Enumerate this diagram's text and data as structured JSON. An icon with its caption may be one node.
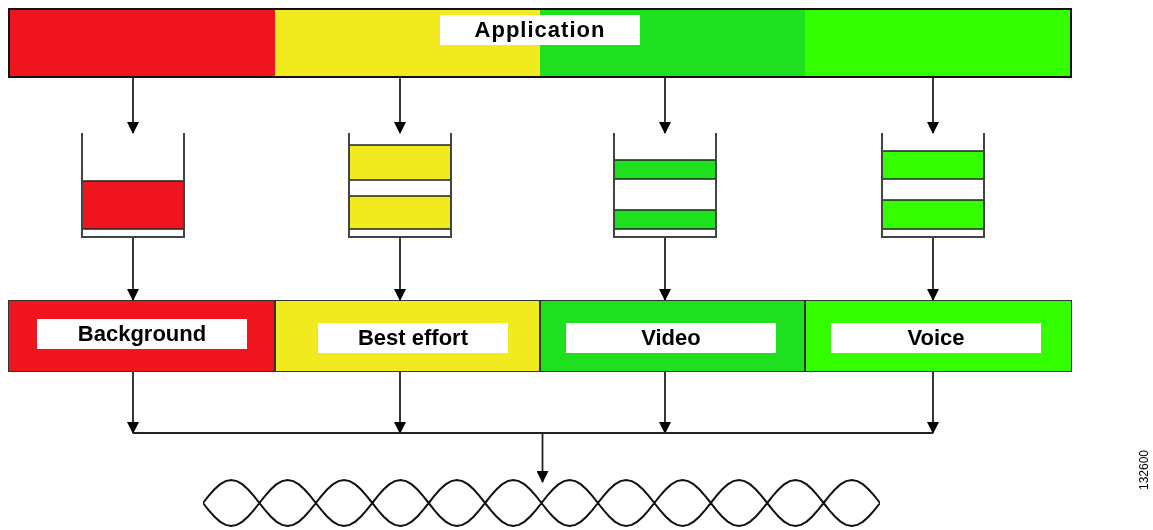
{
  "diagram": {
    "nodes": [
      {
        "text": [
          "Application"
        ]
      },
      {
        "text": [],
        "shape": "box"
      },
      {
        "text": [],
        "shape": "box"
      },
      {
        "text": [],
        "shape": "box"
      },
      {
        "text": [],
        "shape": "box"
      },
      {
        "text": [
          "Background"
        ]
      },
      {
        "text": [
          "Best effort"
        ]
      },
      {
        "text": [
          "Video"
        ]
      },
      {
        "text": [
          "Voice"
        ]
      },
      {
        "text": [],
        "shape": "picture"
      }
    ],
    "edges": [
      {
        "from": 0,
        "to": 1,
        "arrow": "to"
      },
      {
        "from": 0,
        "to": 2,
        "arrow": "to"
      },
      {
        "from": 0,
        "to": 3,
        "arrow": "to"
      },
      {
        "from": 0,
        "to": 4,
        "arrow": "to"
      },
      {
        "from": 1,
        "to": 5,
        "arrow": "to"
      },
      {
        "from": 2,
        "to": 6,
        "arrow": "to"
      },
      {
        "from": 3,
        "to": 7,
        "arrow": "to"
      },
      {
        "from": 4,
        "to": 8,
        "arrow": "to"
      },
      {
        "from": 5,
        "to": 9,
        "arrow": "to"
      },
      {
        "from": 6,
        "to": 9,
        "arrow": "to"
      },
      {
        "from": 7,
        "to": 9,
        "arrow": "to"
      },
      {
        "from": 8,
        "to": 9,
        "arrow": "to"
      }
    ],
    "labels": [
      "132600"
    ]
  }
}
